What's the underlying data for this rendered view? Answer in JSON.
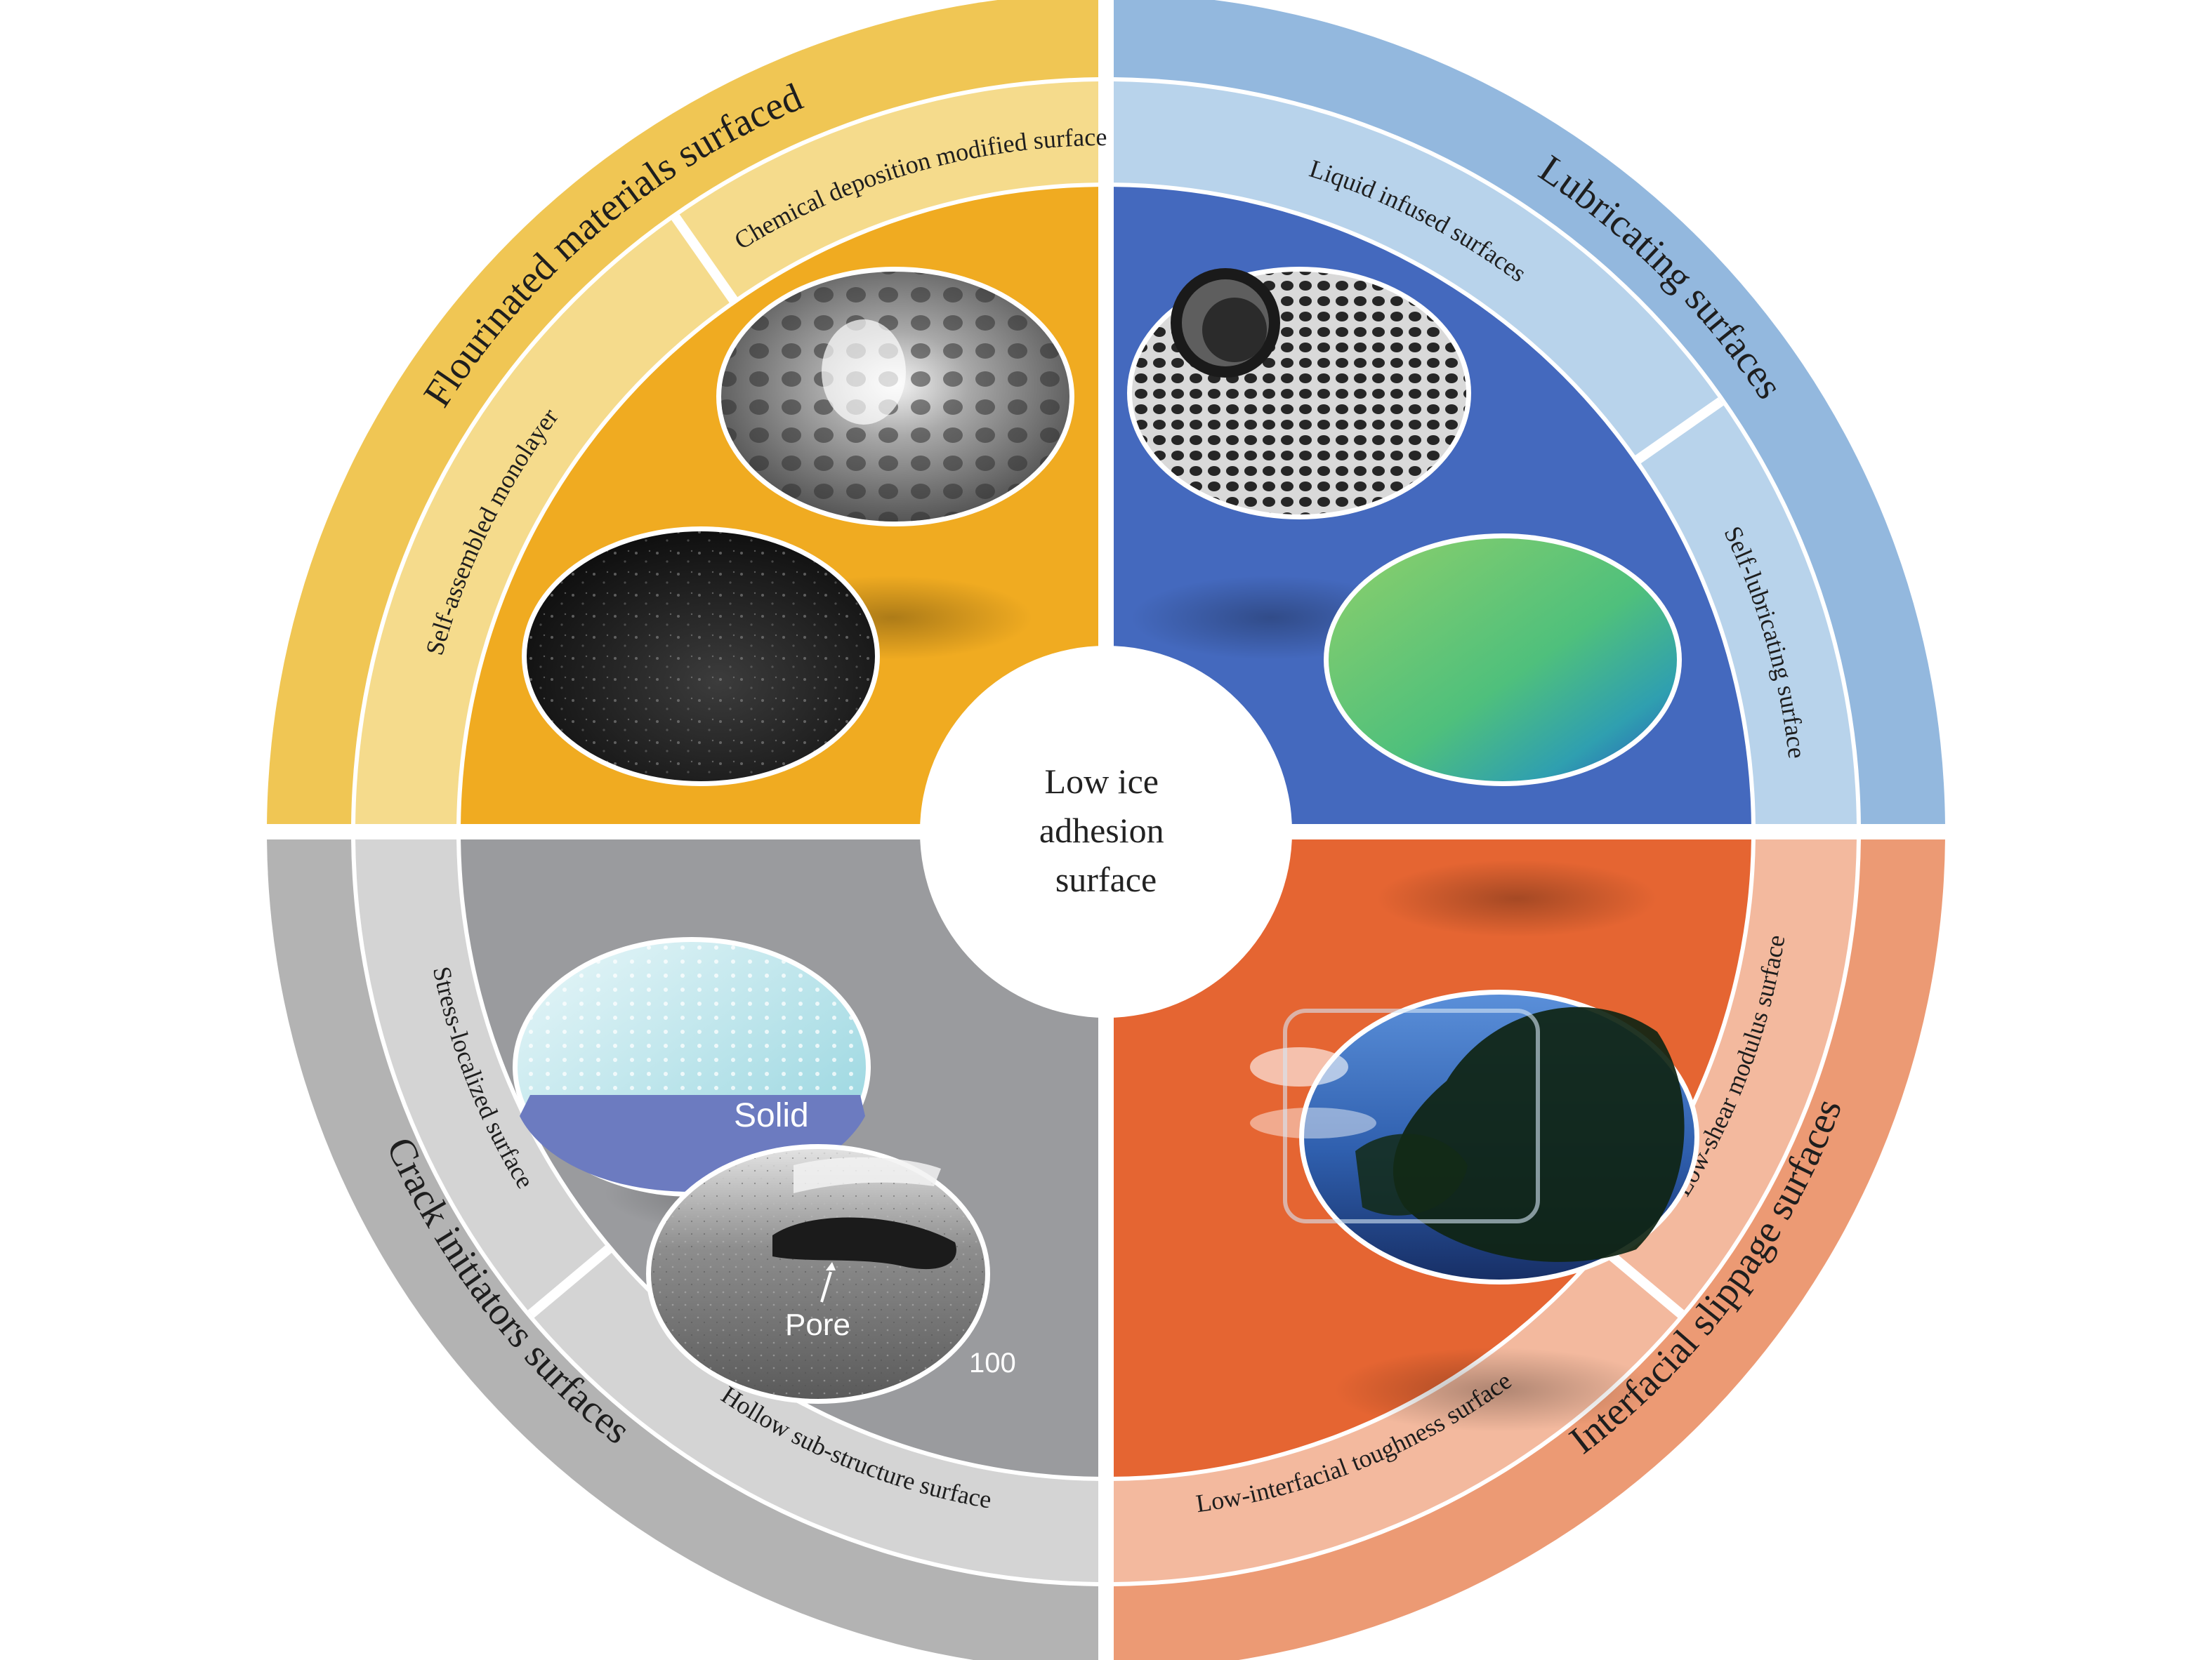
{
  "center": {
    "lines": [
      "Low ice",
      "adhesion",
      "surface"
    ]
  },
  "quadrants": [
    {
      "key": "top-left",
      "category": "Flourinated materials surfaced",
      "subcategories": [
        "Chemical deposition modified surface",
        "Self-assembled monolayer"
      ],
      "colors": {
        "outer": "#F0C654",
        "middle": "#F5DB8C",
        "inner": "#F0AB21"
      }
    },
    {
      "key": "top-right",
      "category": "Lubricating surfaces",
      "subcategories": [
        "Liquid infused surfaces",
        "Self-lubricating surface"
      ],
      "colors": {
        "outer": "#93B8DE",
        "middle": "#B8D3EB",
        "inner": "#4469BE"
      }
    },
    {
      "key": "bottom-right",
      "category": "Interfacial slippage surfaces",
      "subcategories": [
        "Low-shear modulus surface",
        "Low-interfacial toughness surface"
      ],
      "colors": {
        "outer": "#EC9A74",
        "middle": "#F3B99E",
        "inner": "#E56532"
      }
    },
    {
      "key": "bottom-left",
      "category": "Crack initiators surfaces",
      "subcategories": [
        "Hollow sub-structure surface",
        "Stress-localized surface"
      ],
      "colors": {
        "outer": "#B3B3B3",
        "middle": "#D4D4D4",
        "inner": "#9A9B9E"
      }
    }
  ],
  "image_labels": {
    "solid": "Solid",
    "pore": "Pore",
    "scale": "100"
  }
}
